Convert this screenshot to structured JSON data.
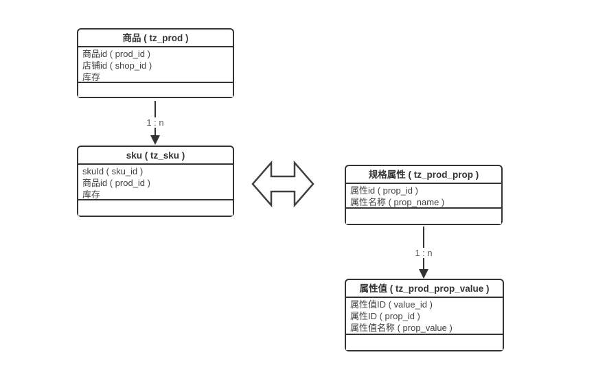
{
  "colors": {
    "background": "#ffffff",
    "entity_border": "#333333",
    "entity_text": "#404040",
    "connector": "#333333",
    "connector_label_text": "#595959"
  },
  "entities": [
    {
      "title": "商品 ( tz_prod )",
      "fields": [
        "商品id ( prod_id )",
        "店铺id ( shop_id )",
        "库存"
      ]
    },
    {
      "title": "sku ( tz_sku )",
      "fields": [
        "skuId ( sku_id )",
        "商品id ( prod_id )",
        "库存"
      ]
    },
    {
      "title": "规格属性 ( tz_prod_prop )",
      "fields": [
        "属性id ( prop_id )",
        "属性名称 ( prop_name )"
      ]
    },
    {
      "title": "属性值 ( tz_prod_prop_value )",
      "fields": [
        "属性值ID ( value_id )",
        "属性ID ( prop_id )",
        "属性值名称 ( prop_value )"
      ]
    }
  ],
  "connectors": [
    {
      "label": "1 : n"
    },
    {
      "label": "1 : n"
    }
  ]
}
